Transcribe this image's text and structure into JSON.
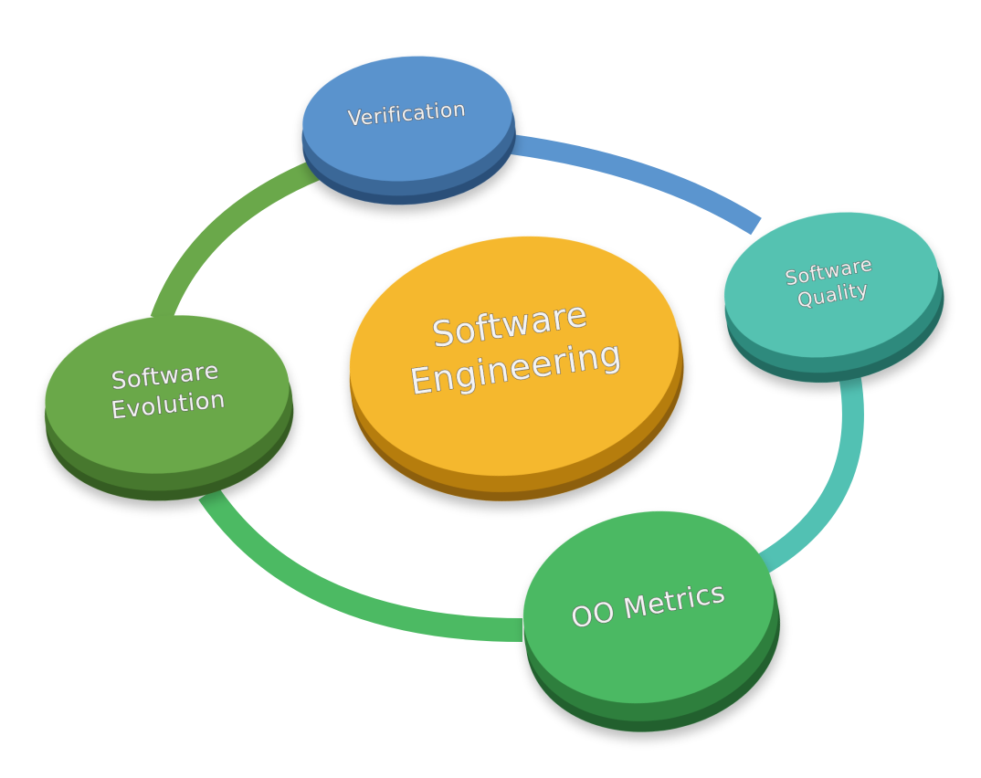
{
  "center": {
    "lines": [
      "Software",
      "Engineering"
    ],
    "colors": {
      "top": "#f5b82e",
      "side": "#b67d10",
      "dark": "#8d5e07"
    }
  },
  "nodes": [
    {
      "id": "verification",
      "lines": [
        "Verification"
      ],
      "colors": {
        "top": "#5a93cd",
        "side": "#3b6898",
        "dark": "#2c5079"
      }
    },
    {
      "id": "software-quality",
      "lines": [
        "Software",
        "Quality"
      ],
      "colors": {
        "top": "#55c2b1",
        "side": "#2f8a7d",
        "dark": "#236b60"
      }
    },
    {
      "id": "oo-metrics",
      "lines": [
        "OO Metrics"
      ],
      "colors": {
        "top": "#4cb963",
        "side": "#2f7f3e",
        "dark": "#21602d"
      }
    },
    {
      "id": "software-evolution",
      "lines": [
        "Software",
        "Evolution"
      ],
      "colors": {
        "top": "#6aa84a",
        "side": "#46782d",
        "dark": "#355c20"
      }
    }
  ],
  "ring_colors": {
    "verification_to_quality": "#5b95cf",
    "quality_to_metrics": "#52c1b3",
    "metrics_to_evolution": "#4cba63",
    "evolution_to_verification": "#6aa84a"
  }
}
